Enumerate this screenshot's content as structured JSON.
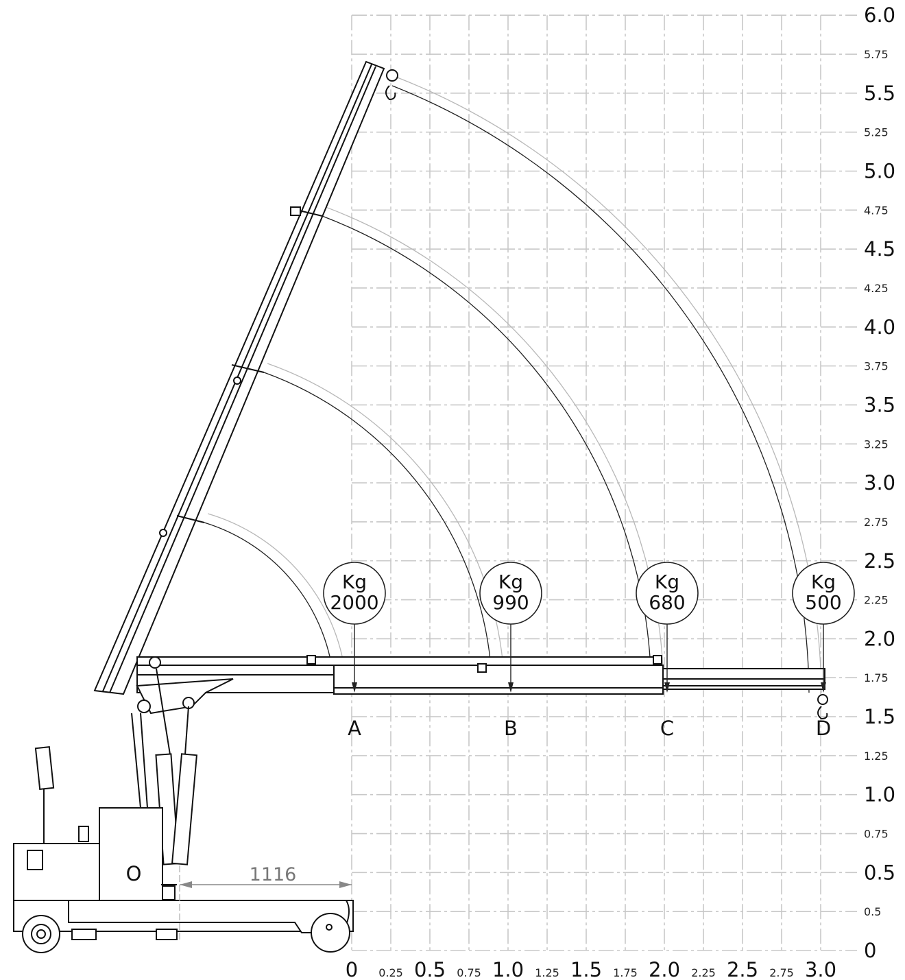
{
  "x_axis": {
    "ticks": [
      {
        "label": "0",
        "v": 0,
        "major": true
      },
      {
        "label": "0.25",
        "v": 0.25,
        "major": false
      },
      {
        "label": "0.5",
        "v": 0.5,
        "major": true
      },
      {
        "label": "0.75",
        "v": 0.75,
        "major": false
      },
      {
        "label": "1.0",
        "v": 1.0,
        "major": true
      },
      {
        "label": "1.25",
        "v": 1.25,
        "major": false
      },
      {
        "label": "1.5",
        "v": 1.5,
        "major": true
      },
      {
        "label": "1.75",
        "v": 1.75,
        "major": false
      },
      {
        "label": "2.0",
        "v": 2.0,
        "major": true
      },
      {
        "label": "2.25",
        "v": 2.25,
        "major": false
      },
      {
        "label": "2.5",
        "v": 2.5,
        "major": true
      },
      {
        "label": "2.75",
        "v": 2.75,
        "major": false
      },
      {
        "label": "3.0",
        "v": 3.0,
        "major": true
      }
    ]
  },
  "y_axis": {
    "ticks": [
      {
        "label": "0",
        "v": 0,
        "major": true
      },
      {
        "label": "0.5",
        "v": 0.25,
        "major": false
      },
      {
        "label": "0.5",
        "v": 0.5,
        "major": true
      },
      {
        "label": "0.75",
        "v": 0.75,
        "major": false
      },
      {
        "label": "1.0",
        "v": 1.0,
        "major": true
      },
      {
        "label": "1.25",
        "v": 1.25,
        "major": false
      },
      {
        "label": "1.5",
        "v": 1.5,
        "major": true
      },
      {
        "label": "1.75",
        "v": 1.75,
        "major": false
      },
      {
        "label": "2.0",
        "v": 2.0,
        "major": true
      },
      {
        "label": "2.25",
        "v": 2.25,
        "major": false
      },
      {
        "label": "2.5",
        "v": 2.5,
        "major": true
      },
      {
        "label": "2.75",
        "v": 2.75,
        "major": false
      },
      {
        "label": "3.0",
        "v": 3.0,
        "major": true
      },
      {
        "label": "3.25",
        "v": 3.25,
        "major": false
      },
      {
        "label": "3.5",
        "v": 3.5,
        "major": true
      },
      {
        "label": "3.75",
        "v": 3.75,
        "major": false
      },
      {
        "label": "4.0",
        "v": 4.0,
        "major": true
      },
      {
        "label": "4.25",
        "v": 4.25,
        "major": false
      },
      {
        "label": "4.5",
        "v": 4.5,
        "major": true
      },
      {
        "label": "4.75",
        "v": 4.75,
        "major": false
      },
      {
        "label": "5.0",
        "v": 5.0,
        "major": true
      },
      {
        "label": "5.25",
        "v": 5.25,
        "major": false
      },
      {
        "label": "5.5",
        "v": 5.5,
        "major": true
      },
      {
        "label": "5.75",
        "v": 5.75,
        "major": false
      },
      {
        "label": "6.0",
        "v": 6.0,
        "major": true
      }
    ]
  },
  "load_points": [
    {
      "position": "A",
      "unit": "Kg",
      "capacity": "2000",
      "reach": 0.0
    },
    {
      "position": "B",
      "unit": "Kg",
      "capacity": "990",
      "reach": 1.0
    },
    {
      "position": "C",
      "unit": "Kg",
      "capacity": "680",
      "reach": 2.0
    },
    {
      "position": "D",
      "unit": "Kg",
      "capacity": "500",
      "reach": 3.0
    }
  ],
  "dimension": {
    "value": "1116"
  },
  "pivot_label": "O"
}
